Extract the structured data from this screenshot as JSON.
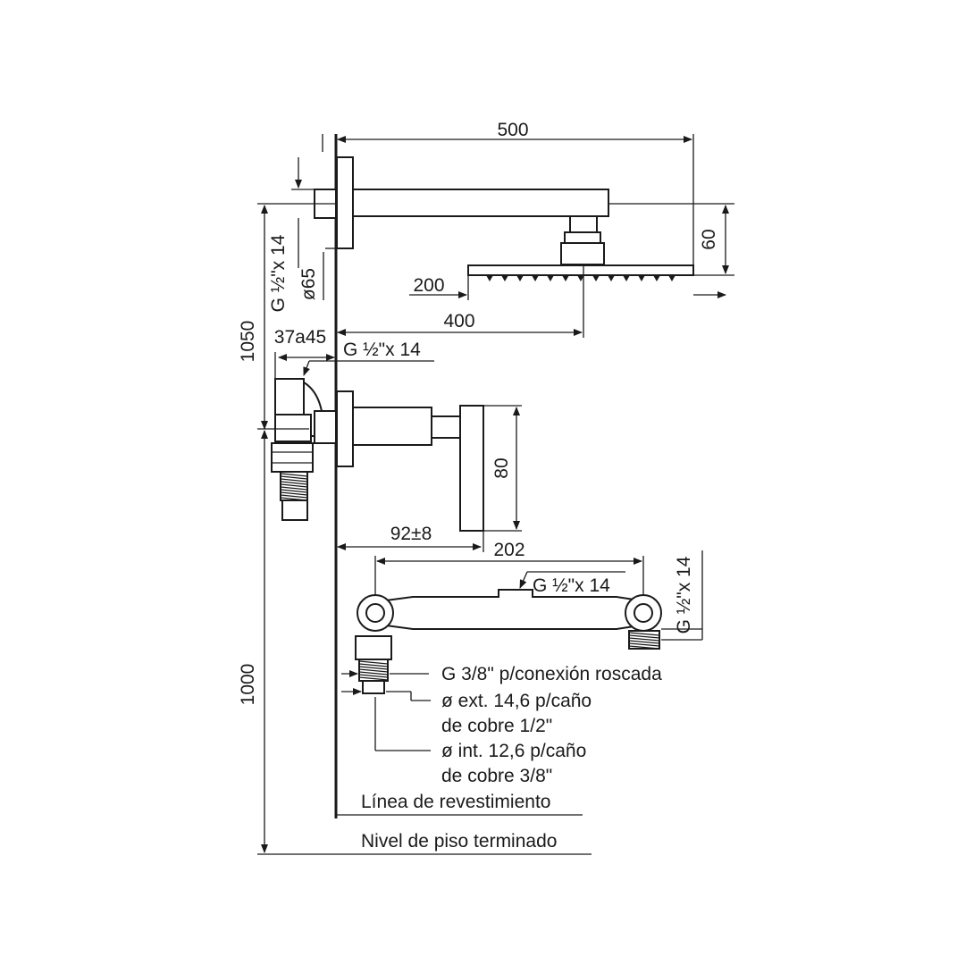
{
  "drawing": {
    "dimensions": {
      "arm_length": "500",
      "head_height": "60",
      "head_offset": "200",
      "head_center": "400",
      "flange_diameter": "ø65",
      "top_thread": "G ½\"x 14",
      "height_head": "1050",
      "depth_range": "37a45",
      "valve_thread": "G ½\"x 14",
      "handle_size": "80",
      "handle_projection": "92±8",
      "connector_width": "202",
      "connector_thread_top": "G ½\"x 14",
      "connector_thread_side": "G ½\"x 14",
      "height_valve": "1000"
    },
    "notes": {
      "thread_38_line": "G 3/8\" p/conexión roscada",
      "ext_diameter_line1": "ø ext. 14,6 p/caño",
      "ext_diameter_line2": "de cobre 1/2\"",
      "int_diameter_line1": "ø int. 12,6 p/caño",
      "int_diameter_line2": "de cobre 3/8\""
    },
    "reference_lines": {
      "finish_wall": "Línea de revestimiento",
      "finished_floor": "Nivel de piso terminado"
    }
  }
}
